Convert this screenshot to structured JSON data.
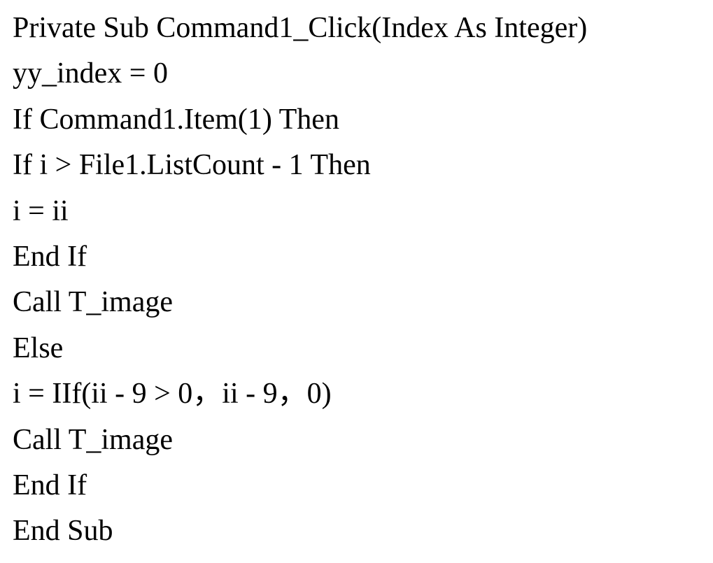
{
  "page": {
    "background_color": "#ffffff",
    "text_color": "#000000"
  },
  "code": {
    "lines": [
      "Private Sub Command1_Click(Index As Integer)",
      "yy_index = 0",
      "If Command1.Item(1) Then",
      "If i > File1.ListCount - 1 Then",
      "i = ii",
      "End If",
      "Call T_image",
      "Else",
      "i = IIf(ii - 9 > 0，ii - 9，0)",
      "Call T_image",
      "End If",
      "End Sub"
    ]
  }
}
